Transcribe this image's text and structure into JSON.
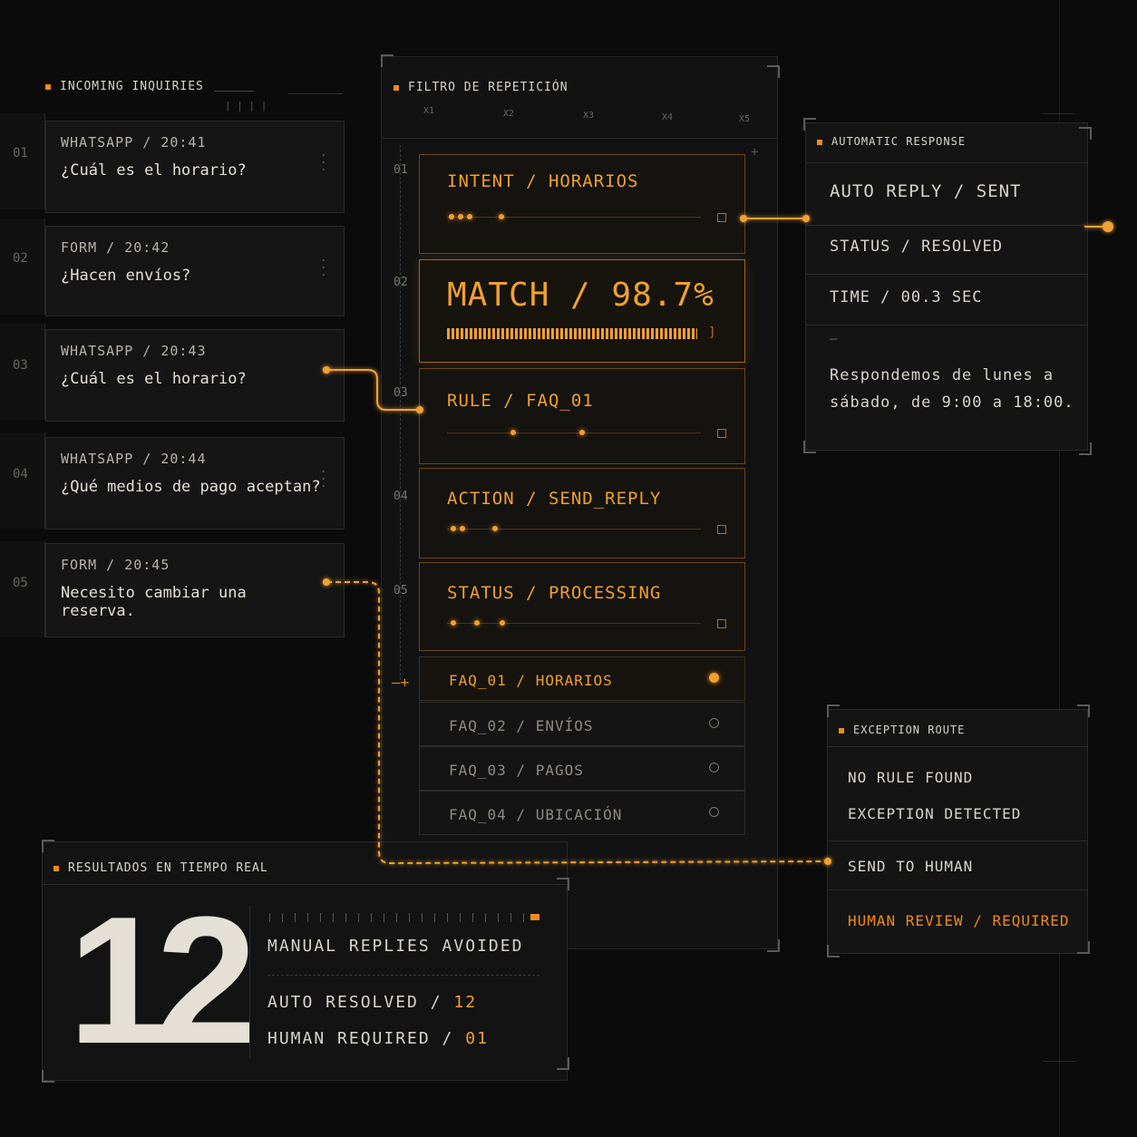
{
  "inquiries": {
    "header": "INCOMING INQUIRIES",
    "items": [
      {
        "num": "01",
        "source": "WHATSAPP / 20:41",
        "message": "¿Cuál es el horario?"
      },
      {
        "num": "02",
        "source": "FORM / 20:42",
        "message": "¿Hacen envíos?"
      },
      {
        "num": "03",
        "source": "WHATSAPP / 20:43",
        "message": "¿Cuál es el horario?"
      },
      {
        "num": "04",
        "source": "WHATSAPP / 20:44",
        "message": "¿Qué medios de pago aceptan?"
      },
      {
        "num": "05",
        "source": "FORM / 20:45",
        "message": "Necesito cambiar una reserva."
      }
    ]
  },
  "filter": {
    "header": "FILTRO DE REPETICIÓN",
    "scale": [
      "X1",
      "X2",
      "X3",
      "X4",
      "X5"
    ],
    "steps": [
      {
        "num": "01",
        "label": "INTENT / HORARIOS"
      },
      {
        "num": "02",
        "label": "MATCH / 98.7%"
      },
      {
        "num": "03",
        "label": "RULE / FAQ_01"
      },
      {
        "num": "04",
        "label": "ACTION / SEND_REPLY"
      },
      {
        "num": "05",
        "label": "STATUS / PROCESSING"
      }
    ],
    "faqs": [
      {
        "label": "FAQ_01 / HORARIOS",
        "selected": true
      },
      {
        "label": "FAQ_02 / ENVÍOS",
        "selected": false
      },
      {
        "label": "FAQ_03 / PAGOS",
        "selected": false
      },
      {
        "label": "FAQ_04 / UBICACIÓN",
        "selected": false
      }
    ]
  },
  "response": {
    "header": "AUTOMATIC RESPONSE",
    "title": "AUTO REPLY / SENT",
    "status": "STATUS / RESOLVED",
    "time": "TIME / 00.3 SEC",
    "dash": "—",
    "message_line1": "Respondemos de lunes a",
    "message_line2": "sábado, de 9:00 a 18:00."
  },
  "exception": {
    "header": "EXCEPTION ROUTE",
    "line1": "NO RULE FOUND",
    "line2": "EXCEPTION DETECTED",
    "send": "SEND TO HUMAN",
    "review": "HUMAN REVIEW / REQUIRED"
  },
  "results": {
    "header": "RESULTADOS EN TIEMPO REAL",
    "big_number": "12",
    "manual": "MANUAL REPLIES AVOIDED",
    "auto_label": "AUTO RESOLVED /",
    "auto_value": "12",
    "human_label": "HUMAN REQUIRED /",
    "human_value": "01"
  },
  "colors": {
    "accent": "#f0a030",
    "accent_dim": "#6b4417",
    "bg": "#0b0b0b",
    "panel": "#141414"
  }
}
